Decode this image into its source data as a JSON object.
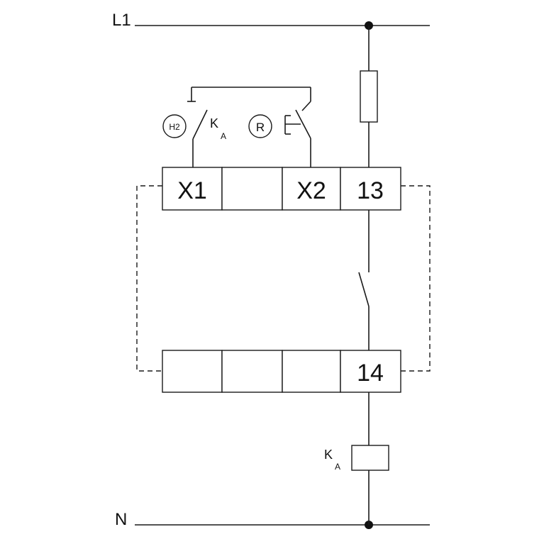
{
  "rails": {
    "line": "L1",
    "neutral": "N"
  },
  "indicators": {
    "lamp": "H2",
    "reset": "R"
  },
  "contacts": {
    "top_contact": {
      "main": "K",
      "sub": "A"
    },
    "coil": {
      "main": "K",
      "sub": "A"
    }
  },
  "terminals": {
    "top_row": [
      "X1",
      "",
      "X2",
      "13"
    ],
    "bottom_row": [
      "",
      "",
      "",
      "14"
    ]
  },
  "colors": {
    "line": "#1a1a1a",
    "background": "#ffffff"
  }
}
